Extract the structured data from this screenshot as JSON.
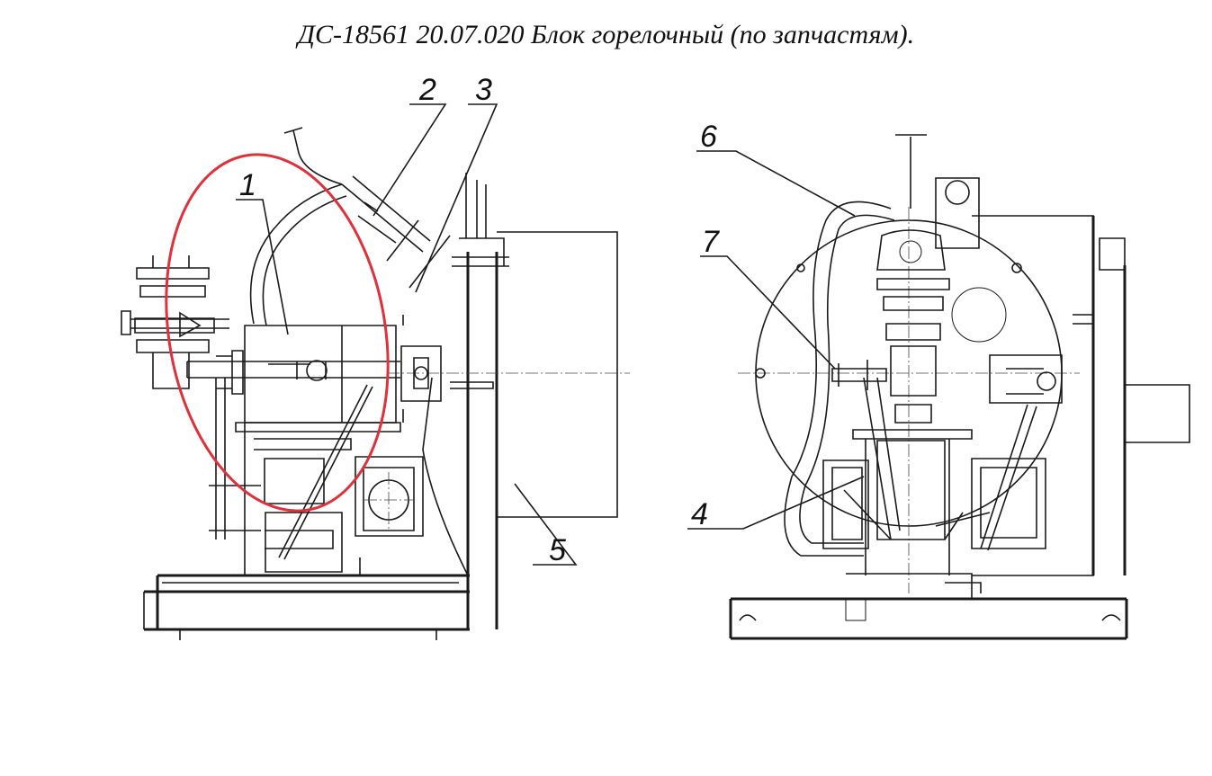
{
  "title": "ДС-18561 20.07.020  Блок горелочный (по запчастям).",
  "callouts": [
    "1",
    "2",
    "3",
    "4",
    "5",
    "6",
    "7"
  ],
  "colors": {
    "highlight": "#e0303a",
    "ink": "#1a1a1a"
  }
}
